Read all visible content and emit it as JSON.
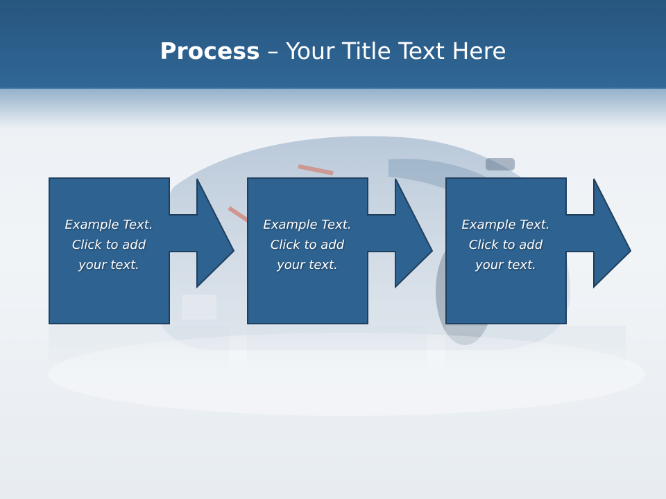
{
  "slide": {
    "title_bold": "Process",
    "title_rest": " – Your Title Text Here"
  },
  "steps": [
    {
      "line1": "Example Text.",
      "line2": "Click  to add",
      "line3": "your text."
    },
    {
      "line1": "Example Text.",
      "line2": "Click  to add",
      "line3": "your text."
    },
    {
      "line1": "Example Text.",
      "line2": "Click  to add",
      "line3": "your text."
    }
  ],
  "colors": {
    "header": "#2c5f8c",
    "box_fill": "#2e6290",
    "box_border": "#1f3f5e",
    "text": "#ffffff"
  }
}
